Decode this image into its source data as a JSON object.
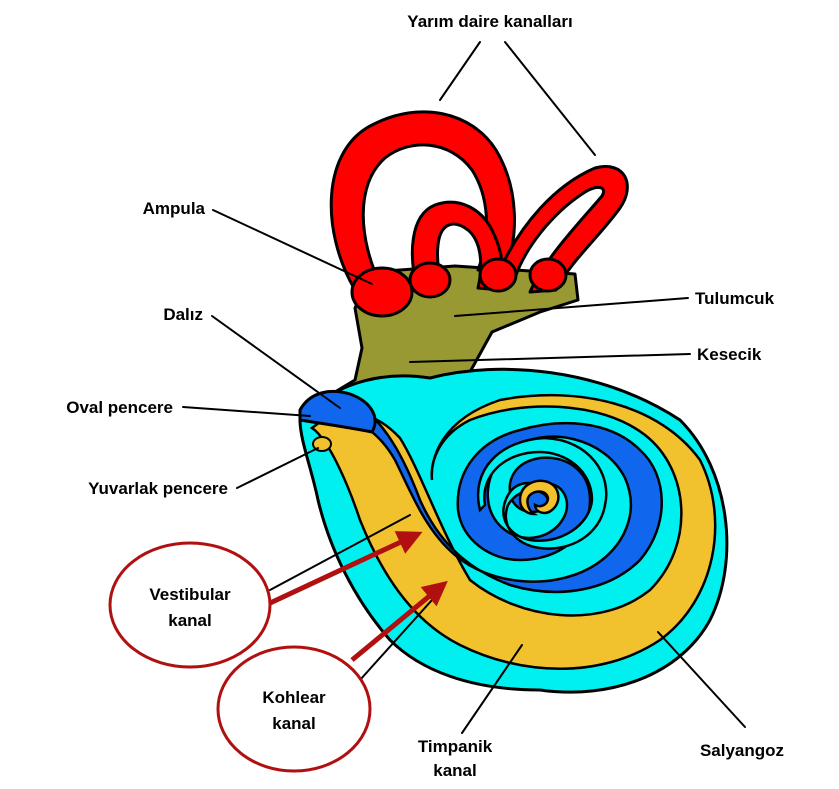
{
  "labels": {
    "semicircular_canals": "Yarım daire kanalları",
    "ampulla": "Ampula",
    "vestibule": "Dalız",
    "oval_window": "Oval pencere",
    "round_window": "Yuvarlak pencere",
    "utricle": "Tulumcuk",
    "saccule": "Kesecik",
    "tympanic_canal_line1": "Timpanik",
    "tympanic_canal_line2": "kanal",
    "cochlea": "Salyangoz"
  },
  "highlighted": {
    "vestibular_canal_line1": "Vestibular",
    "vestibular_canal_line2": "kanal",
    "cochlear_canal_line1": "Kohlear",
    "cochlear_canal_line2": "kanal"
  },
  "colors": {
    "canals": "#ff0000",
    "vestibule_sac": "#999933",
    "vestibular_canal": "#1166ee",
    "cochlear_canal": "#f2c12e",
    "tympanic_canal": "#00f0f0",
    "highlight": "#b01010"
  }
}
